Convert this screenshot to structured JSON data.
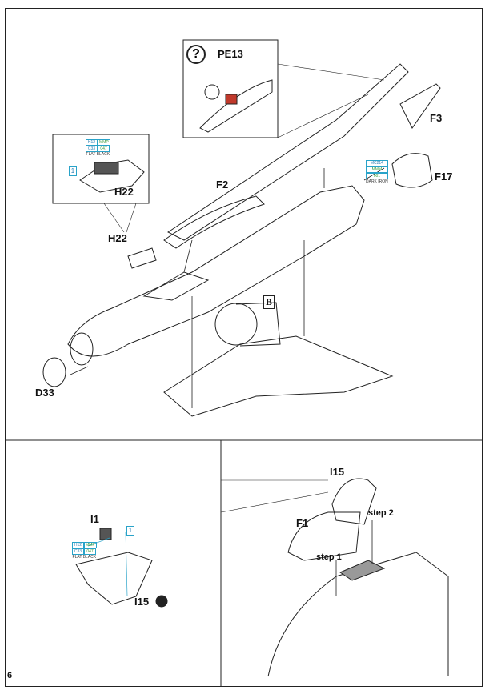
{
  "page_number": "6",
  "top_step": {
    "labels": {
      "pe13": "PE13",
      "f3": "F3",
      "f17": "F17",
      "f2": "F2",
      "h22_inset": "H22",
      "h22": "H22",
      "d33": "D33",
      "b": "B",
      "question": "?"
    },
    "callout_h22": {
      "c1": "H12",
      "c2": "MMP",
      "c3": "C33",
      "c4": "047",
      "color": "FLAT BLACK"
    },
    "callout_f17": {
      "c1": "MC214",
      "c2": "MMM",
      "c3": "001",
      "color": "DARK IRON"
    },
    "ref_number": "1"
  },
  "bottom_left": {
    "labels": {
      "i1": "I1",
      "i15": "I15"
    },
    "callout": {
      "c1": "H12",
      "c2": "MMP",
      "c3": "C33",
      "c4": "047",
      "color": "FLAT BLACK"
    },
    "ref_number": "1"
  },
  "bottom_right": {
    "labels": {
      "i15": "I15",
      "f1": "F1",
      "step1": "step 1",
      "step2": "step 2"
    }
  }
}
